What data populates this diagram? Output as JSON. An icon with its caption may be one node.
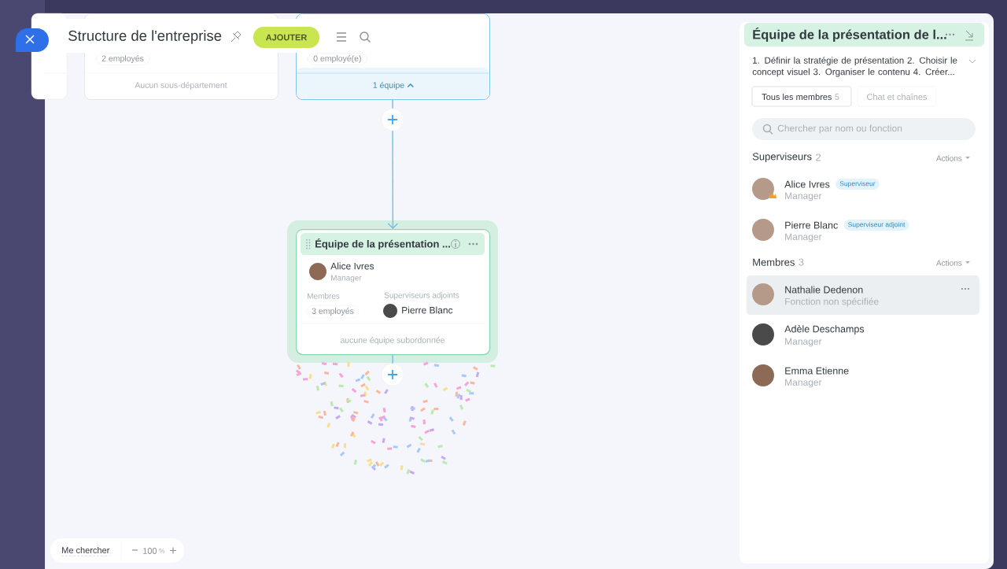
{
  "diagram": {
    "nodes": [
      {
        "text": [
          "2 employés",
          "Aucun sous-département"
        ]
      },
      {
        "text": [
          "0 employé(e)",
          "1 équipe"
        ]
      },
      {
        "text": [],
        "shape": "circle"
      },
      {
        "text": [
          "Équipe de la présentation ...",
          "Alice Ivres",
          "Manager",
          "Membres",
          "3 employés",
          "Superviseurs adjoints",
          "Pierre Blanc",
          "aucune équipe subordonnée"
        ]
      },
      {
        "text": [],
        "shape": "circle"
      }
    ],
    "edges": [
      {
        "from": 1,
        "to": 2,
        "arrow": "none"
      },
      {
        "from": 2,
        "to": 3,
        "arrow": "to"
      },
      {
        "from": 3,
        "to": 4,
        "arrow": "none"
      }
    ],
    "labels": [
      "Structure de l'entreprise",
      "AJOUTER",
      "Équipe de la présentation de l...",
      "1. Définir la stratégie de présentation 2. Choisir le concept visuel 3. Organiser le contenu 4. Créer...",
      "Tous les membres",
      "5",
      "Chat et chaînes",
      "Chercher par nom ou fonction",
      "Superviseurs",
      "2",
      "Actions",
      "Alice Ivres",
      "Superviseur",
      "Manager",
      "Pierre Blanc",
      "Superviseur adjoint",
      "Manager",
      "Membres",
      "3",
      "Actions",
      "Nathalie Dedenon",
      "Fonction non spécifiée",
      "Adèle Deschamps",
      "Manager",
      "Emma Etienne",
      "Manager",
      "Me chercher",
      "100",
      "%"
    ]
  }
}
